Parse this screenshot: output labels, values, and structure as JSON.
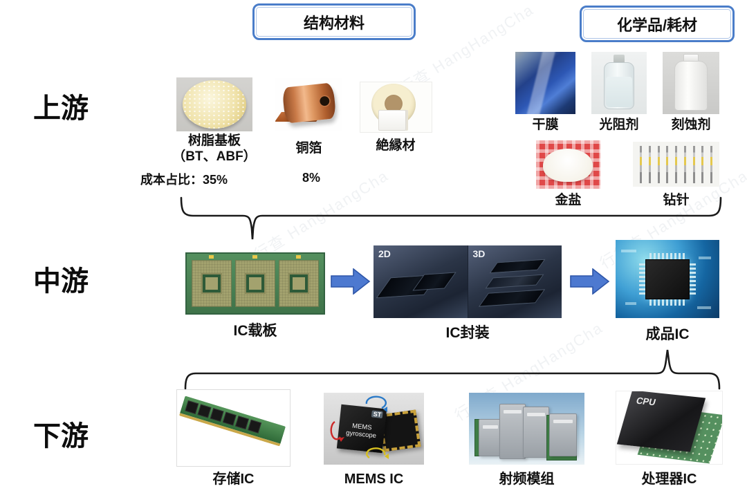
{
  "watermark": {
    "text": "行行查 HangHangCha"
  },
  "header": {
    "structural_box": "结构材料",
    "chemical_box": "化学品/耗材"
  },
  "stages": {
    "upstream": "上游",
    "midstream": "中游",
    "downstream": "下游"
  },
  "upstream": {
    "resin": {
      "label": "树脂基板",
      "sublabel": "（BT、ABF）",
      "cost": "成本占比：35%"
    },
    "copper": {
      "label": "铜箔",
      "cost": "8%"
    },
    "insulation": {
      "label": "絶縁材"
    },
    "dry_film": {
      "label": "干膜"
    },
    "photoresist": {
      "label": "光阻剂"
    },
    "etchant": {
      "label": "刻蚀剂"
    },
    "gold_salt": {
      "label": "金盐"
    },
    "drill_pin": {
      "label": "钻针"
    }
  },
  "midstream": {
    "substrate": {
      "label": "IC载板"
    },
    "packaging": {
      "label": "IC封装",
      "tag_2d": "2D",
      "tag_3d": "3D"
    },
    "finished": {
      "label": "成品IC"
    }
  },
  "downstream": {
    "memory": {
      "label": "存储IC"
    },
    "mems": {
      "label": "MEMS IC",
      "chip_logo": "ST",
      "chip_text": "MEMS gyroscope"
    },
    "rf": {
      "label": "射频模组"
    },
    "processor": {
      "label": "处理器IC",
      "chip_text": "CPU"
    }
  },
  "colors": {
    "arrow_blue": "#4d79d0",
    "arrow_outline": "#2d55a8",
    "box_border_blue": "#4a7dc9",
    "brace_black": "#1a1a1a"
  }
}
